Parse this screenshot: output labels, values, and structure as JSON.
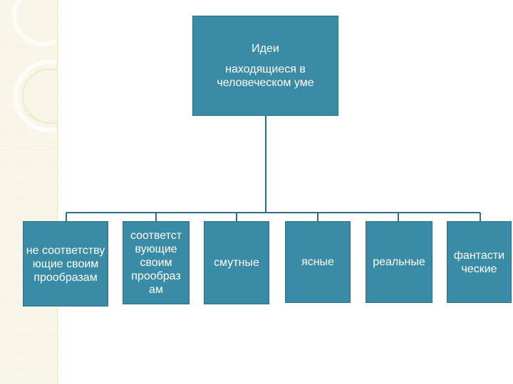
{
  "colors": {
    "box_fill": "#3a8ba5",
    "box_border": "#2c6f86",
    "connector": "#2f6f86",
    "box_text": "#ffffff",
    "side_pattern": "#f6f1dc"
  },
  "diagram": {
    "root": {
      "line1": "Идеи",
      "line2": "находящиеся в человеческом уме"
    },
    "children": [
      {
        "label": "не соответству ющие своим прообразам"
      },
      {
        "label": "соответст вующие своим прообраз ам"
      },
      {
        "label": "смутные"
      },
      {
        "label": "ясные"
      },
      {
        "label": "реальные"
      },
      {
        "label": "фантасти ческие"
      }
    ]
  }
}
